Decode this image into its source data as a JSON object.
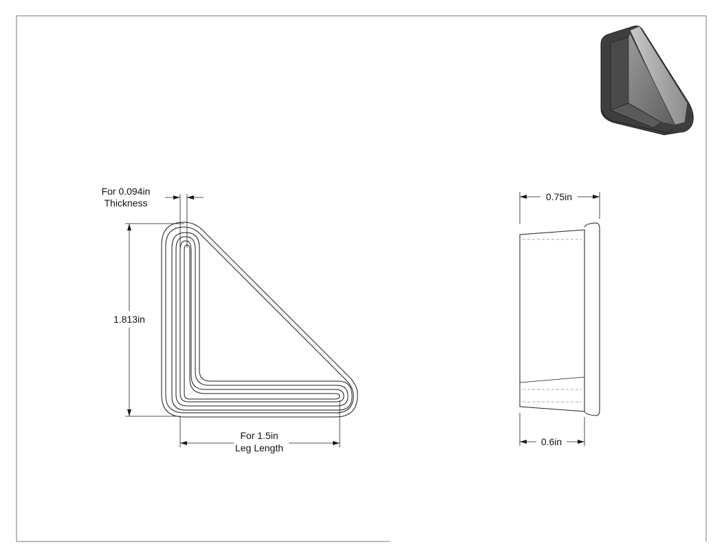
{
  "dimensions": {
    "thickness": {
      "value": "For 0.094in",
      "label": "Thickness"
    },
    "height": {
      "value": "1.813in"
    },
    "leg_length": {
      "value": "For 1.5in",
      "label": "Leg Length"
    },
    "overall_depth": {
      "value": "0.75in"
    },
    "insert_depth": {
      "value": "0.6in"
    }
  }
}
